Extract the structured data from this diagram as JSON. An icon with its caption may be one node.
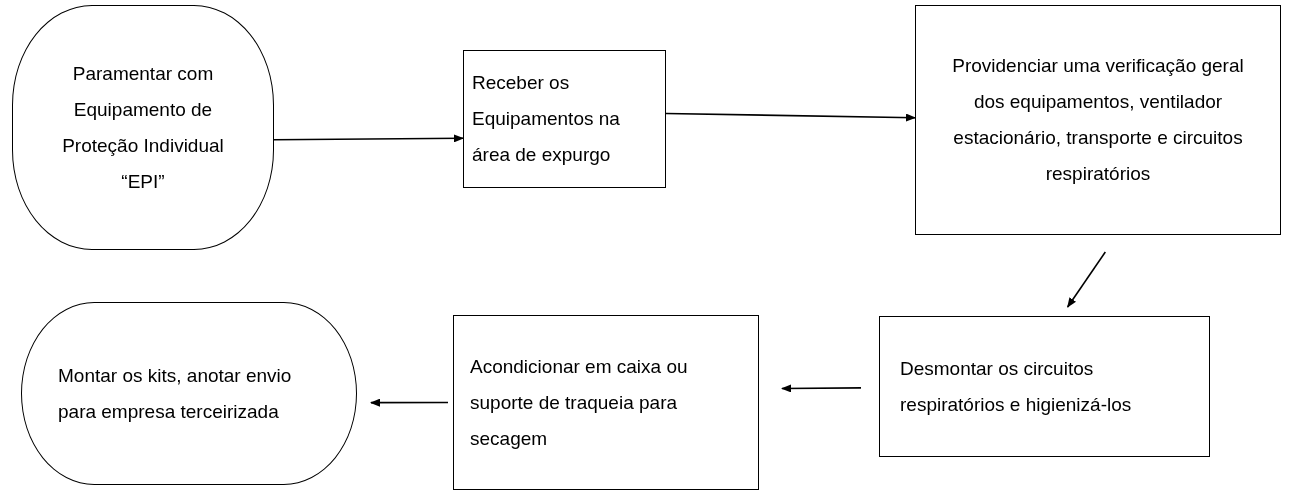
{
  "diagram": {
    "nodes": [
      {
        "text": [
          "Paramentar com Equipamento de Proteção Individual “EPI”"
        ]
      },
      {
        "text": [
          "Receber os Equipamentos na área de expurgo"
        ]
      },
      {
        "text": [
          "Providenciar uma verificação geral dos equipamentos, ventilador estacionário, transporte e circuitos respiratórios"
        ]
      },
      {
        "text": [
          "Desmontar os circuitos respiratórios e higienizá-los"
        ]
      },
      {
        "text": [
          "Acondicionar em caixa ou suporte de traqueia para secagem"
        ]
      },
      {
        "text": [
          "Montar os kits, anotar envio para empresa terceirizada"
        ]
      }
    ],
    "edges": [
      {
        "from": 0,
        "to": 1,
        "arrow": "to"
      },
      {
        "from": 1,
        "to": 2,
        "arrow": "to"
      },
      {
        "from": 2,
        "to": 3,
        "arrow": "to"
      },
      {
        "from": 3,
        "to": 4,
        "arrow": "to"
      },
      {
        "from": 4,
        "to": 5,
        "arrow": "to"
      }
    ]
  }
}
